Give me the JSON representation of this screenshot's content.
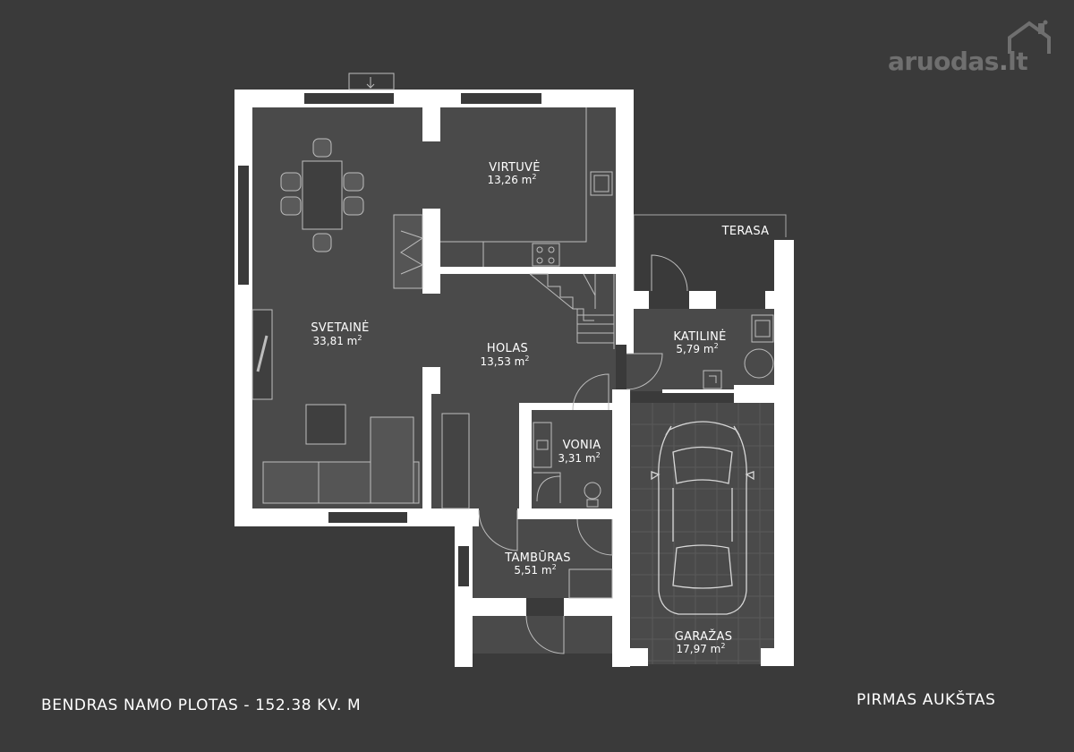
{
  "brand": {
    "name": "aruodas",
    "suffix": "lt",
    "color": "#6f6f6f"
  },
  "colors": {
    "background": "#3a3a3a",
    "floor": "#4a4a4a",
    "wall": "#ffffff",
    "fixture_line": "#bdbdbd"
  },
  "rooms": [
    {
      "id": "virtuve",
      "name": "VIRTUVĖ",
      "area": "13,26 m",
      "unit_sup": "2"
    },
    {
      "id": "svetaine",
      "name": "SVETAINĖ",
      "area": "33,81 m",
      "unit_sup": "2"
    },
    {
      "id": "holas",
      "name": "HOLAS",
      "area": "13,53 m",
      "unit_sup": "2"
    },
    {
      "id": "katiline",
      "name": "KATILINĖ",
      "area": "5,79 m",
      "unit_sup": "2"
    },
    {
      "id": "vonia",
      "name": "VONIA",
      "area": "3,31 m",
      "unit_sup": "2"
    },
    {
      "id": "tamburas",
      "name": "TAMBŪRAS",
      "area": "5,51 m",
      "unit_sup": "2"
    },
    {
      "id": "garazas",
      "name": "GARAŽAS",
      "area": "17,97 m",
      "unit_sup": "2"
    }
  ],
  "terrace": {
    "name": "TERASA"
  },
  "footer": {
    "total_area": "BENDRAS NAMO PLOTAS - 152.38 KV. M",
    "floor": "PIRMAS AUKŠTAS"
  }
}
